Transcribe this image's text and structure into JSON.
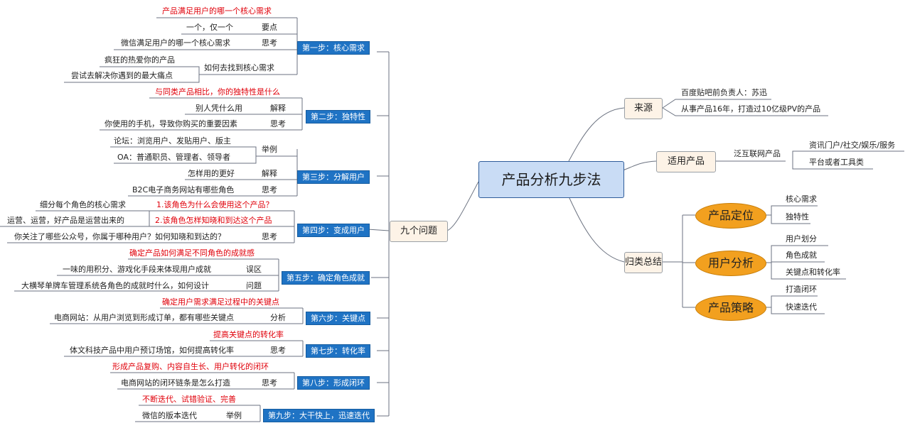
{
  "center": {
    "label": "产品分析九步法"
  },
  "left_topic": {
    "label": "九个问题"
  },
  "right": {
    "source": {
      "label": "来源",
      "items": [
        "百度贴吧前负责人：苏迅",
        "从事产品16年，打造过10亿级PV的产品"
      ]
    },
    "apply": {
      "label": "适用产品",
      "sub": "泛互联网产品",
      "items": [
        "资讯门户/社交/娱乐/服务",
        "平台或者工具类"
      ]
    },
    "summary": {
      "label": "归类总结",
      "groups": [
        {
          "label": "产品定位",
          "items": [
            "核心需求",
            "独特性"
          ]
        },
        {
          "label": "用户分析",
          "items": [
            "用户划分",
            "角色成就",
            "关键点和转化率"
          ]
        },
        {
          "label": "产品策略",
          "items": [
            "打造闭环",
            "快速迭代"
          ]
        }
      ]
    }
  },
  "steps": [
    {
      "label": "第一步：核心需求",
      "question": "产品满足用户的哪一个核心需求",
      "lines": [
        [
          "一个，仅一个",
          "要点"
        ],
        [
          "微信满足用户的哪一个核心需求",
          "思考"
        ]
      ],
      "howto": "如何去找到核心需求",
      "howto_items": [
        "疯狂的热爱你的产品",
        "尝试去解决你遇到的最大痛点"
      ]
    },
    {
      "label": "第二步：独特性",
      "question": "与同类产品相比，你的独特性是什么",
      "lines": [
        [
          "别人凭什么用",
          "解释"
        ],
        [
          "你使用的手机，导致你购买的重要因素",
          "思考"
        ]
      ]
    },
    {
      "label": "第三步：分解用户",
      "example_items": [
        "论坛：浏览用户、发贴用户、版主",
        "OA：普通职员、管理者、领导者"
      ],
      "example_tag": "举例",
      "lines": [
        [
          "怎样用的更好",
          "解释"
        ],
        [
          "B2C电子商务网站有哪些角色",
          "思考"
        ]
      ]
    },
    {
      "label": "第四步：变成用户",
      "q1": "1.该角色为什么会使用这个产品？",
      "q1_note": "细分每个角色的核心需求",
      "q2": "2.该角色怎样知晓和到达这个产品",
      "q2_note": "运营、运营，好产品是运营出来的",
      "lines": [
        [
          "你关注了哪些公众号，你属于哪种用户？如何知晓和到达的？",
          "思考"
        ]
      ]
    },
    {
      "label": "第五步：确定角色成就",
      "question": "确定产品如何满足不同角色的成就感",
      "lines": [
        [
          "一味的用积分、游戏化手段来体现用户成就",
          "误区"
        ],
        [
          "大横琴单牌车管理系统各角色的成就时什么，如何设计",
          "问题"
        ]
      ]
    },
    {
      "label": "第六步：关键点",
      "question": "确定用户需求满足过程中的关键点",
      "lines": [
        [
          "电商网站：从用户浏览到形成订单，都有哪些关键点",
          "分析"
        ]
      ]
    },
    {
      "label": "第七步：转化率",
      "question": "提高关键点的转化率",
      "lines": [
        [
          "体文科技产品中用户预订场馆，如何提高转化率",
          "思考"
        ]
      ]
    },
    {
      "label": "第八步：形成闭环",
      "question": "形成产品复购、内容自生长、用户转化的闭环",
      "lines": [
        [
          "电商网站的闭环链条是怎么打造",
          "思考"
        ]
      ]
    },
    {
      "label": "第九步：大干快上，迅速迭代",
      "question": "不断迭代、试错验证、完善",
      "lines": [
        [
          "微信的版本迭代",
          "举例"
        ]
      ]
    }
  ],
  "colors": {
    "step_bg": "#1f73c4",
    "center_bg": "#c9dcf5",
    "oval_bg": "#f2a01f",
    "topic_bg": "#fdf3e7",
    "question_text": "#e0000a"
  }
}
